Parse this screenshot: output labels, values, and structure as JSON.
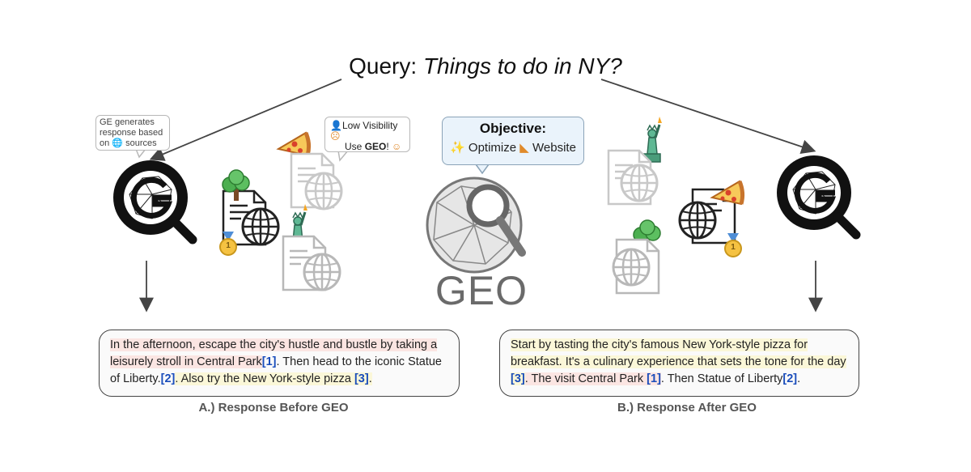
{
  "query": {
    "prefix": "Query: ",
    "text": "Things to do in NY?"
  },
  "left_bubble": {
    "line1": "GE generates",
    "line2": "response based",
    "line3a": "on",
    "line3b": "sources"
  },
  "visibility_bubble": {
    "line1": "Low Visibility",
    "line2a": "Use",
    "line2b": "GEO",
    "line2c": "!"
  },
  "objective": {
    "title": "Objective:",
    "optimize": "Optimize",
    "website": "Website"
  },
  "geo_label": "GEO",
  "source_rank_left": "1",
  "source_rank_right": "1",
  "response_a": {
    "s1": "In the afternoon, escape the city's hustle and bustle by taking a leisurely stroll in Central Park",
    "c1": "[1]",
    "s2": ". Then head to the iconic Statue of Liberty.",
    "c2": "[2]",
    "s3": ". Also try the New York-style pizza ",
    "c3": "[3]",
    "s4": "."
  },
  "response_b": {
    "s1": "Start by tasting the city's famous New York-style pizza for breakfast. It's a culinary experience that sets the tone for the day ",
    "c1": "[3]",
    "s2": ". The visit Central Park ",
    "c2": "[1]",
    "s3": ". Then Statue of Liberty",
    "c3": "[2]",
    "s4": "."
  },
  "caption_a": "A.) Response Before GEO",
  "caption_b": "B.) Response After GEO",
  "colors": {
    "citation": "#1a4dbb",
    "highlight_pink": "#fbe5e2",
    "highlight_yellow": "#fbf7d8",
    "objective_fill": "#eaf3fb"
  }
}
